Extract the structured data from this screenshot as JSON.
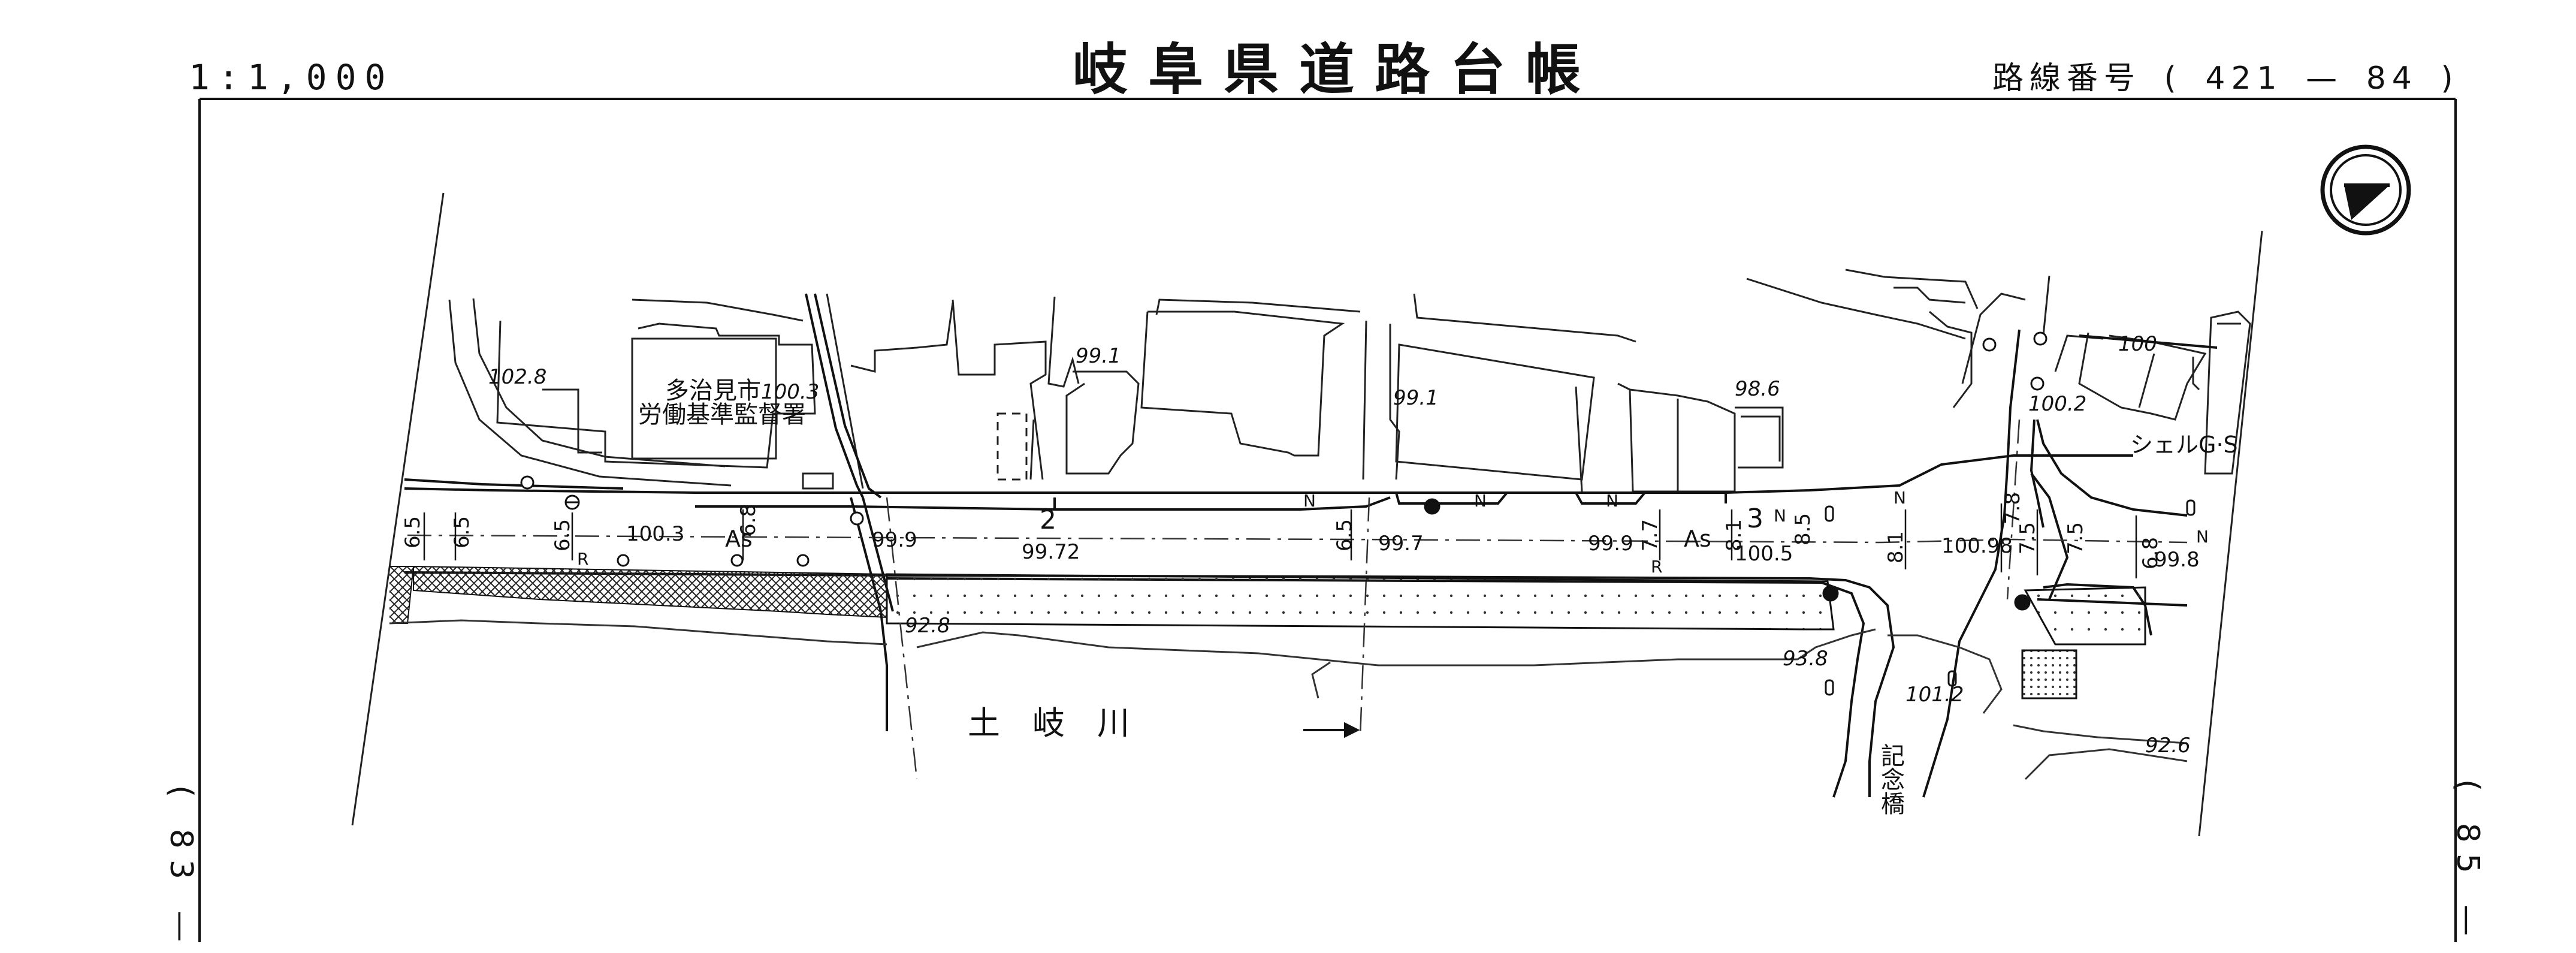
{
  "header": {
    "scale": "1:1,000",
    "title": "岐阜県道路台帳",
    "route_label": "路線番号",
    "route_open": "(",
    "route_number": "421",
    "route_dash": "—",
    "route_sheet": "84",
    "route_close": ")"
  },
  "margin": {
    "left_page": "( 83 —",
    "right_page": "( 85 —"
  },
  "map": {
    "building_label_1": "多治見市",
    "building_label_2": "労働基準監督署",
    "river_label": "土　岐　川",
    "bridge_label": "記念橋",
    "gas_station": "シェルG·S",
    "section_2": "2",
    "section_3": "3",
    "surface_1": "As",
    "surface_2": "As",
    "elevations": {
      "e102_8": "102.8",
      "e100_3_top": "100.3",
      "e99_1_a": "99.1",
      "e99_1_b": "99.1",
      "e98_6": "98.6",
      "e100_2": "100.2",
      "e100": "100",
      "e100_3_road": "100.3",
      "e99_9_a": "99.9",
      "e99_72": "99.72",
      "e99_7": "99.7",
      "e99_9_b": "99.9",
      "e100_5": "100.5",
      "e100_98": "100.98",
      "e99_8": "99.8",
      "e92_8": "92.8",
      "e93_8": "93.8",
      "e101_2": "101.2",
      "e92_6": "92.6"
    },
    "widths": {
      "w6_5_a": "6.5",
      "w6_5_b": "6.5",
      "w6_5_c": "6.5",
      "w6_8_a": "6.8",
      "w6_5_d": "6.5",
      "w7_7": "7.7",
      "w8_1_a": "8.1",
      "w8_5": "8.5",
      "w8_1_b": "8.1",
      "w7_8": "7.8",
      "w7_5_a": "7.5",
      "w7_5_b": "7.5",
      "w6_8_b": "6.8"
    },
    "marks": {
      "n1": "N",
      "n2": "N",
      "n3": "N",
      "n4": "N",
      "n5": "N",
      "n6": "N",
      "r1": "R",
      "r2": "R"
    }
  }
}
